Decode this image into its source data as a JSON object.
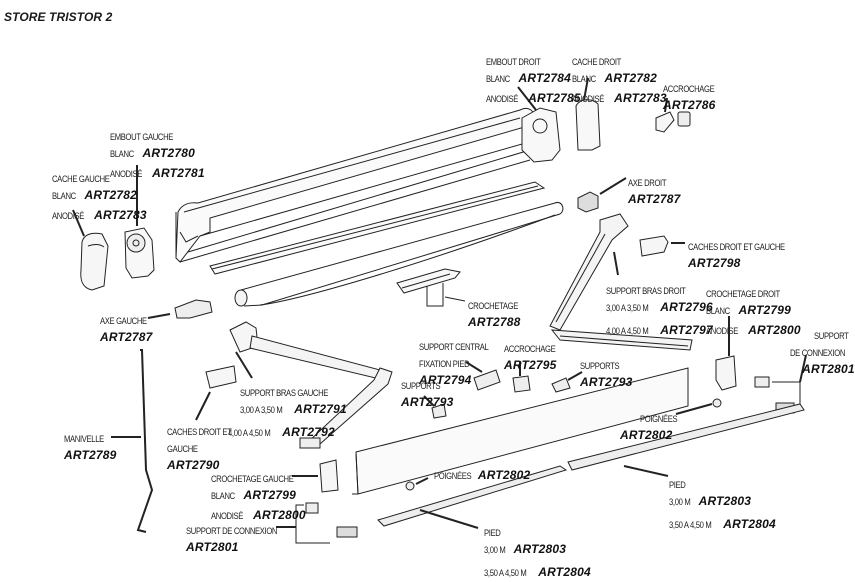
{
  "title": "STORE TRISTOR 2",
  "parts": {
    "embout_gauche": {
      "name": "EMBOUT GAUCHE",
      "blanc_label": "BLANC",
      "blanc_ref": "ART2780",
      "anodise_label": "ANODISÉ",
      "anodise_ref": "ART2781"
    },
    "cache_gauche": {
      "name": "CACHE GAUCHE",
      "blanc_label": "BLANC",
      "blanc_ref": "ART2782",
      "anodise_label": "ANODISÉ",
      "anodise_ref": "ART2783"
    },
    "embout_droit": {
      "name": "EMBOUT DROIT",
      "blanc_label": "BLANC",
      "blanc_ref": "ART2784",
      "anodise_label": "ANODISÉ",
      "anodise_ref": "ART2785"
    },
    "cache_droit": {
      "name": "CACHE DROIT",
      "blanc_label": "BLANC",
      "blanc_ref": "ART2782",
      "anodise_label": "ANODISÉ",
      "anodise_ref": "ART2783"
    },
    "accrochage_top": {
      "name": "ACCROCHAGE",
      "ref": "ART2786"
    },
    "axe_droit": {
      "name": "AXE DROIT",
      "ref": "ART2787"
    },
    "caches_droit_gauche_right": {
      "name": "CACHES DROIT ET GAUCHE",
      "ref": "ART2798"
    },
    "support_bras_droit": {
      "name": "SUPPORT BRAS DROIT",
      "size1": "3,00 A 3,50 M",
      "ref1": "ART2796",
      "size2": "4,00 A 4,50 M",
      "ref2": "ART2797"
    },
    "crochetage_droit": {
      "name": "CROCHETAGE DROIT",
      "blanc_label": "BLANC",
      "blanc_ref": "ART2799",
      "anodise_label": "ANODISE",
      "anodise_ref": "ART2800"
    },
    "support_connexion_right": {
      "name_line1": "SUPPORT",
      "name_line2": "DE CONNEXION",
      "ref": "ART2801"
    },
    "axe_gauche": {
      "name": "AXE GAUCHE",
      "ref": "ART2787"
    },
    "crochetage": {
      "name": "CROCHETAGE",
      "ref": "ART2788"
    },
    "support_central": {
      "name_line1": "SUPPORT CENTRAL",
      "name_line2": "FIXATION PIED",
      "ref": "ART2794"
    },
    "accrochage_mid": {
      "name": "ACCROCHAGE",
      "ref": "ART2795"
    },
    "supports_right": {
      "name": "SUPPORTS",
      "ref": "ART2793"
    },
    "supports_left": {
      "name": "SUPPORTS",
      "ref": "ART2793"
    },
    "support_bras_gauche": {
      "name": "SUPPORT BRAS GAUCHE",
      "size1": "3,00 A 3,50 M",
      "ref1": "ART2791",
      "size2": "4,00 A 4,50 M",
      "ref2": "ART2792"
    },
    "caches_droit_gauche_left": {
      "name_line1": "CACHES DROIT ET",
      "name_line2": "GAUCHE",
      "ref": "ART2790"
    },
    "manivelle": {
      "name": "MANIVELLE",
      "ref": "ART2789"
    },
    "poignees_right": {
      "name": "POIGNÉES",
      "ref": "ART2802"
    },
    "poignees_left": {
      "name": "POIGNÉES",
      "ref": "ART2802"
    },
    "pied_right": {
      "name": "PIED",
      "size1": "3,00 M",
      "ref1": "ART2803",
      "size2": "3,50 A 4,50 M",
      "ref2": "ART2804"
    },
    "pied_left": {
      "name": "PIED",
      "size1": "3,00 M",
      "ref1": "ART2803",
      "size2": "3,50 A 4,50 M",
      "ref2": "ART2804"
    },
    "crochetage_gauche": {
      "name": "CROCHETAGE GAUCHE",
      "blanc_label": "BLANC",
      "blanc_ref": "ART2799",
      "anodise_label": "ANODISÉ",
      "anodise_ref": "ART2800"
    },
    "support_connexion_left": {
      "name": "SUPPORT DE CONNEXION",
      "ref": "ART2801"
    }
  }
}
